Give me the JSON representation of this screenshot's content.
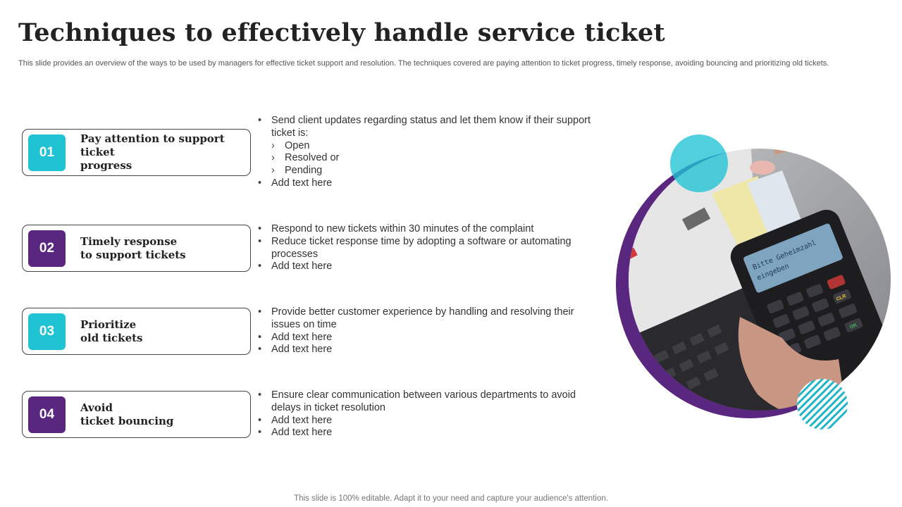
{
  "header": {
    "title": "Techniques to effectively handle service ticket",
    "subtitle": "This slide provides an overview of the ways to be used by managers for effective ticket support and resolution. The techniques covered are paying attention to ticket progress, timely response, avoiding bouncing and prioritizing old tickets."
  },
  "techniques": [
    {
      "number": "01",
      "label_line1": "Pay attention to support ticket",
      "label_line2": "progress",
      "bullet1": "Send client updates regarding status and let them know if their support ticket is:",
      "sub1": "Open",
      "sub2": "Resolved or",
      "sub3": "Pending",
      "bullet2": "Add text here"
    },
    {
      "number": "02",
      "label_line1": "Timely response",
      "label_line2": "to support tickets",
      "bullet1": "Respond to new tickets within 30 minutes of the complaint",
      "bullet2": "Reduce ticket response time by adopting  a software or automating processes",
      "bullet3": "Add text here"
    },
    {
      "number": "03",
      "label_line1": "Prioritize",
      "label_line2": "old tickets",
      "bullet1": "Provide better customer experience by handling and resolving their issues on time",
      "bullet2": "Add text here",
      "bullet3": "Add text here"
    },
    {
      "number": "04",
      "label_line1": "Avoid",
      "label_line2": "ticket bouncing",
      "bullet1": "Ensure clear communication between various departments to avoid delays in ticket resolution",
      "bullet2": "Add text here",
      "bullet3": "Add text here"
    }
  ],
  "illustration": {
    "display_line1": "Bitte Geheimzahl",
    "display_line2": "eingeben",
    "key_clear": "CLR",
    "key_ok": "OK"
  },
  "footer": {
    "text": "This slide is 100% editable. Adapt it to your need and capture your audience's attention."
  },
  "colors": {
    "teal": "#1fc3d3",
    "purple": "#5a2780",
    "title": "#222222"
  }
}
